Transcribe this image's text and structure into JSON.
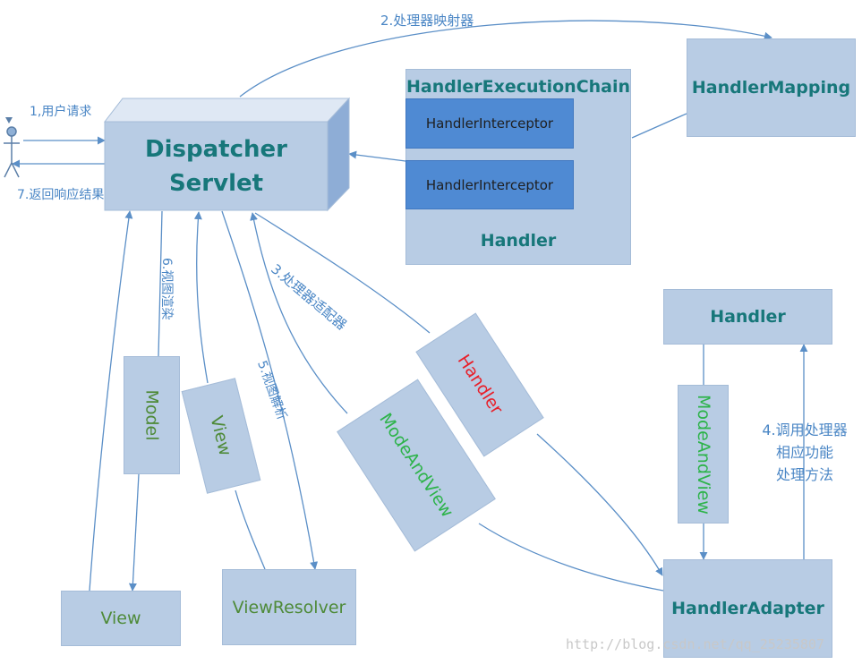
{
  "nodes": {
    "dispatcher": [
      "Dispatcher",
      "Servlet"
    ],
    "handler_execution_chain": "HandlerExecutionChain",
    "interceptor_1": "HandlerInterceptor",
    "interceptor_2": "HandlerInterceptor",
    "chain_handler": "Handler",
    "handler_mapping": "HandlerMapping",
    "handler": "Handler",
    "handler_adapter": "HandlerAdapter",
    "view": "View",
    "view_resolver": "ViewResolver"
  },
  "edge_labels": {
    "user_request": "1,用户请求",
    "handler_mapping": "2.处理器映射器",
    "handler_adapter": "3.处理器适配器",
    "invoke_handler": [
      "4.调用处理器",
      "相应功能",
      "处理方法"
    ],
    "view_resolve": "5.视图解析",
    "view_render": "6.视图渲染",
    "return_response": "7.返回响应结果"
  },
  "tags": {
    "model": "Model",
    "view": "View",
    "handler": "Handler",
    "modeandview_diag": "ModeAndView",
    "modeandview_vert": "ModeAndView"
  },
  "watermark": "http://blog.csdn.net/qq_25235807",
  "colors": {
    "box_fill": "#b8cce4",
    "interceptor_fill": "#4f8ad3",
    "bold_text": "#17777a",
    "green_text": "#4e8a38",
    "bright_green_text": "#2db34a",
    "red_text": "#e8202a",
    "arrow": "#5b8fc7",
    "note_text": "#4a86c5"
  }
}
